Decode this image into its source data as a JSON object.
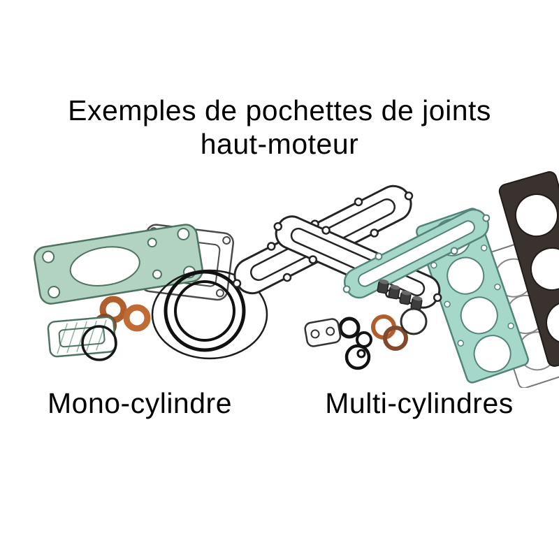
{
  "title": {
    "line1": "Exemples de pochettes de joints",
    "line2": "haut-moteur"
  },
  "captions": {
    "mono": "Mono-cylindre",
    "multi": "Multi-cylindres"
  },
  "colors": {
    "gasket_green": "#b3d3c2",
    "gasket_green_stroke": "#4e7361",
    "gasket_teal": "#a6d8ca",
    "gasket_teal_stroke": "#54837a",
    "copper": "#b05e2c",
    "copper_light": "#c06a34",
    "copper_dark": "#83492a",
    "dark_gasket": "#3a322e",
    "outline": "#262626"
  }
}
